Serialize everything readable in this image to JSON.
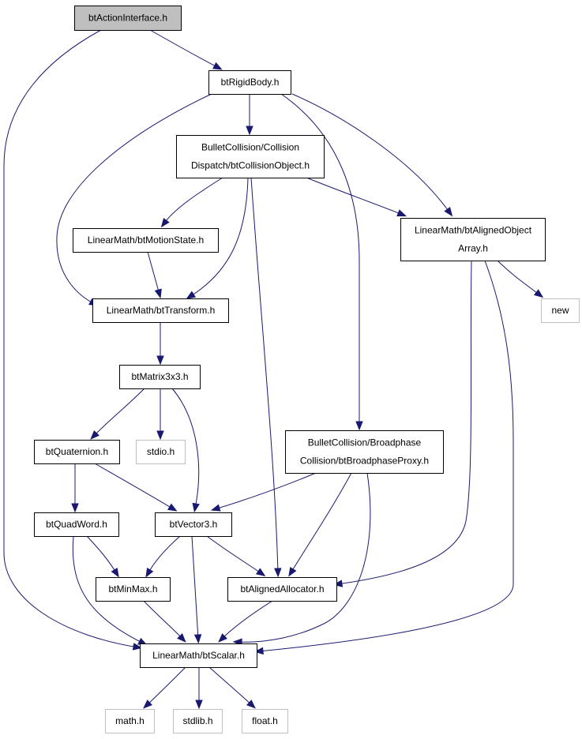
{
  "diagram": {
    "nodes": [
      {
        "id": "btActionInterface",
        "lines": [
          "btActionInterface.h"
        ],
        "kind": "root"
      },
      {
        "id": "btRigidBody",
        "lines": [
          "btRigidBody.h"
        ],
        "kind": "normal"
      },
      {
        "id": "btCollisionObject",
        "lines": [
          "BulletCollision/Collision",
          "Dispatch/btCollisionObject.h"
        ],
        "kind": "normal"
      },
      {
        "id": "btAlignedObjectArray",
        "lines": [
          "LinearMath/btAlignedObject",
          "Array.h"
        ],
        "kind": "normal"
      },
      {
        "id": "btMotionState",
        "lines": [
          "LinearMath/btMotionState.h"
        ],
        "kind": "normal"
      },
      {
        "id": "btTransform",
        "lines": [
          "LinearMath/btTransform.h"
        ],
        "kind": "normal"
      },
      {
        "id": "new",
        "lines": [
          "new"
        ],
        "kind": "external"
      },
      {
        "id": "btMatrix3x3",
        "lines": [
          "btMatrix3x3.h"
        ],
        "kind": "normal"
      },
      {
        "id": "btQuaternion",
        "lines": [
          "btQuaternion.h"
        ],
        "kind": "normal"
      },
      {
        "id": "stdio",
        "lines": [
          "stdio.h"
        ],
        "kind": "external"
      },
      {
        "id": "btBroadphaseProxy",
        "lines": [
          "BulletCollision/Broadphase",
          "Collision/btBroadphaseProxy.h"
        ],
        "kind": "normal"
      },
      {
        "id": "btQuadWord",
        "lines": [
          "btQuadWord.h"
        ],
        "kind": "normal"
      },
      {
        "id": "btVector3",
        "lines": [
          "btVector3.h"
        ],
        "kind": "normal"
      },
      {
        "id": "btMinMax",
        "lines": [
          "btMinMax.h"
        ],
        "kind": "normal"
      },
      {
        "id": "btAlignedAllocator",
        "lines": [
          "btAlignedAllocator.h"
        ],
        "kind": "normal"
      },
      {
        "id": "btScalar",
        "lines": [
          "LinearMath/btScalar.h"
        ],
        "kind": "normal"
      },
      {
        "id": "math",
        "lines": [
          "math.h"
        ],
        "kind": "external"
      },
      {
        "id": "stdlib",
        "lines": [
          "stdlib.h"
        ],
        "kind": "external"
      },
      {
        "id": "float",
        "lines": [
          "float.h"
        ],
        "kind": "external"
      }
    ],
    "edges": [
      {
        "from": "btActionInterface",
        "to": "btRigidBody"
      },
      {
        "from": "btActionInterface",
        "to": "btScalar"
      },
      {
        "from": "btRigidBody",
        "to": "btCollisionObject"
      },
      {
        "from": "btRigidBody",
        "to": "btAlignedObjectArray"
      },
      {
        "from": "btRigidBody",
        "to": "btTransform"
      },
      {
        "from": "btRigidBody",
        "to": "btBroadphaseProxy"
      },
      {
        "from": "btCollisionObject",
        "to": "btMotionState"
      },
      {
        "from": "btCollisionObject",
        "to": "btTransform"
      },
      {
        "from": "btCollisionObject",
        "to": "btAlignedObjectArray"
      },
      {
        "from": "btCollisionObject",
        "to": "btAlignedAllocator"
      },
      {
        "from": "btAlignedObjectArray",
        "to": "new"
      },
      {
        "from": "btAlignedObjectArray",
        "to": "btAlignedAllocator"
      },
      {
        "from": "btAlignedObjectArray",
        "to": "btScalar"
      },
      {
        "from": "btMotionState",
        "to": "btTransform"
      },
      {
        "from": "btTransform",
        "to": "btMatrix3x3"
      },
      {
        "from": "btMatrix3x3",
        "to": "btQuaternion"
      },
      {
        "from": "btMatrix3x3",
        "to": "stdio"
      },
      {
        "from": "btMatrix3x3",
        "to": "btVector3"
      },
      {
        "from": "btQuaternion",
        "to": "btQuadWord"
      },
      {
        "from": "btQuaternion",
        "to": "btVector3"
      },
      {
        "from": "btBroadphaseProxy",
        "to": "btVector3"
      },
      {
        "from": "btBroadphaseProxy",
        "to": "btAlignedAllocator"
      },
      {
        "from": "btBroadphaseProxy",
        "to": "btScalar"
      },
      {
        "from": "btQuadWord",
        "to": "btMinMax"
      },
      {
        "from": "btQuadWord",
        "to": "btScalar"
      },
      {
        "from": "btVector3",
        "to": "btMinMax"
      },
      {
        "from": "btVector3",
        "to": "btAlignedAllocator"
      },
      {
        "from": "btVector3",
        "to": "btScalar"
      },
      {
        "from": "btMinMax",
        "to": "btScalar"
      },
      {
        "from": "btAlignedAllocator",
        "to": "btScalar"
      },
      {
        "from": "btScalar",
        "to": "math"
      },
      {
        "from": "btScalar",
        "to": "stdlib"
      },
      {
        "from": "btScalar",
        "to": "float"
      }
    ]
  }
}
